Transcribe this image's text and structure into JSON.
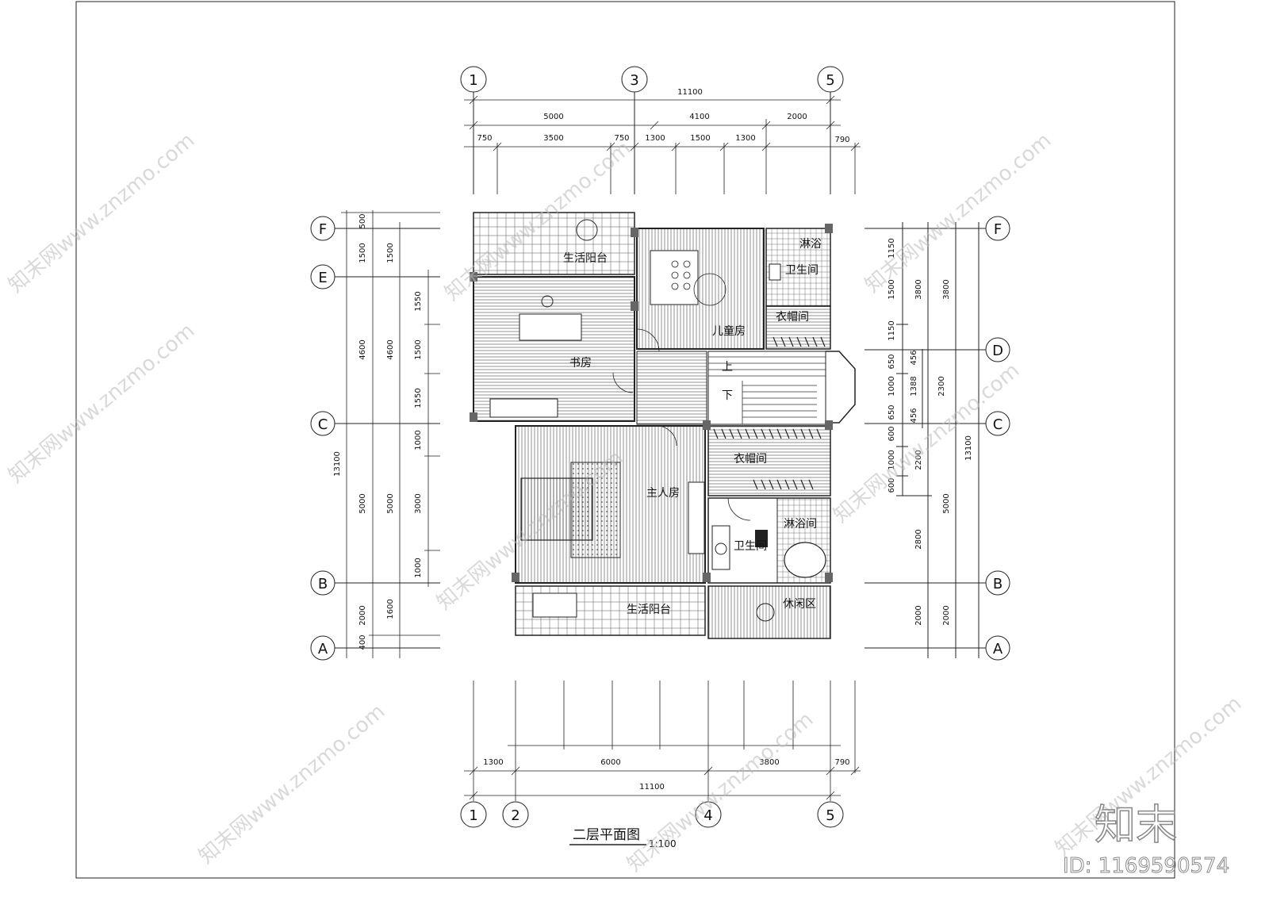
{
  "drawing": {
    "title": "二层平面图",
    "scale": "1:100"
  },
  "axes_top": [
    "1",
    "3",
    "5"
  ],
  "axes_bottom": [
    "1",
    "2",
    "4",
    "5"
  ],
  "axes_left": [
    "F",
    "E",
    "C",
    "B",
    "A"
  ],
  "axes_right": [
    "F",
    "D",
    "C",
    "B",
    "A"
  ],
  "dims_top": {
    "overall": "11100",
    "row2": [
      "5000",
      "4100",
      "2000"
    ],
    "row3": [
      "750",
      "3500",
      "750",
      "1300",
      "1500",
      "1300"
    ],
    "extra": "790"
  },
  "dims_bottom": {
    "row1": [
      "1300",
      "6000",
      "3800",
      "790"
    ],
    "overall": "11100"
  },
  "dims_left": {
    "outer": "13100",
    "col1": [
      "500",
      "1500",
      "4600",
      "5000",
      "2000",
      "400"
    ],
    "col2": [
      "1500",
      "4600",
      "5000",
      "1600"
    ],
    "col3": [
      "1550",
      "1500",
      "1550",
      "1000",
      "3000",
      "1000"
    ]
  },
  "dims_right": {
    "col1": [
      "1150",
      "1500",
      "1150",
      "650",
      "1000",
      "650",
      "600",
      "1000",
      "600"
    ],
    "col2": [
      "456",
      "1388",
      "456"
    ],
    "col3": [
      "3800",
      "2300",
      "2200",
      "2800",
      "2000"
    ],
    "col4": [
      "3800",
      "5000",
      "2000"
    ],
    "outer": "13100"
  },
  "rooms": {
    "balcony_top": "生活阳台",
    "study": "书房",
    "kids_room": "儿童房",
    "bath_top": "卫生间",
    "shower_top": "淋浴",
    "closet_top": "衣帽间",
    "stair_up": "上",
    "stair_down": "下",
    "master": "主人房",
    "closet_mid": "衣帽间",
    "bath_mid": "卫生间",
    "shower_mid": "淋浴间",
    "balcony_bottom": "生活阳台",
    "leisure": "休闲区"
  },
  "watermark": {
    "text": "知末网www.znzmo.com",
    "logo": "知末",
    "id": "ID: 1169590574"
  }
}
